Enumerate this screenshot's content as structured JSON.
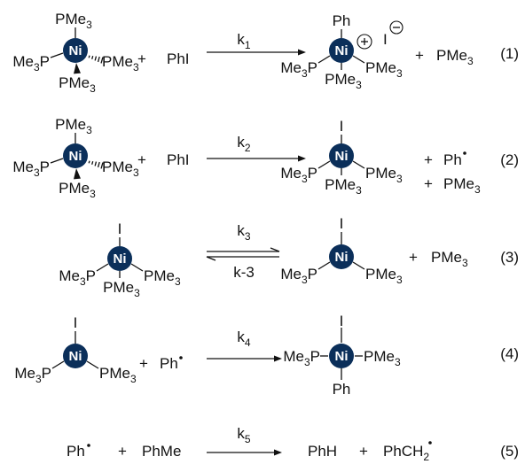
{
  "colors": {
    "nickel_atom": "#0b2f5a",
    "text": "#111111"
  },
  "atoms": {
    "ni": "Ni",
    "iodide": "I",
    "ph": "Ph",
    "plus": "+"
  },
  "ligand": {
    "pme3_base": "PMe",
    "pme3_sub": "3",
    "me3p_pre": "Me",
    "me3p_sub": "3",
    "me3p_post": "P"
  },
  "reagents": {
    "phi": "PhI",
    "ph": "Ph",
    "phme": "PhMe",
    "phh": "PhH",
    "phch2_base": "PhCH",
    "phch2_sub": "2"
  },
  "rate_constants": {
    "k1": {
      "base": "k",
      "sub": "1"
    },
    "k2": {
      "base": "k",
      "sub": "2"
    },
    "k3": {
      "base": "k",
      "sub": "3"
    },
    "km3": "k-3",
    "k4": {
      "base": "k",
      "sub": "4"
    },
    "k5": {
      "base": "k",
      "sub": "5"
    }
  },
  "equation_numbers": [
    "(1)",
    "(2)",
    "(3)",
    "(4)",
    "(5)"
  ]
}
